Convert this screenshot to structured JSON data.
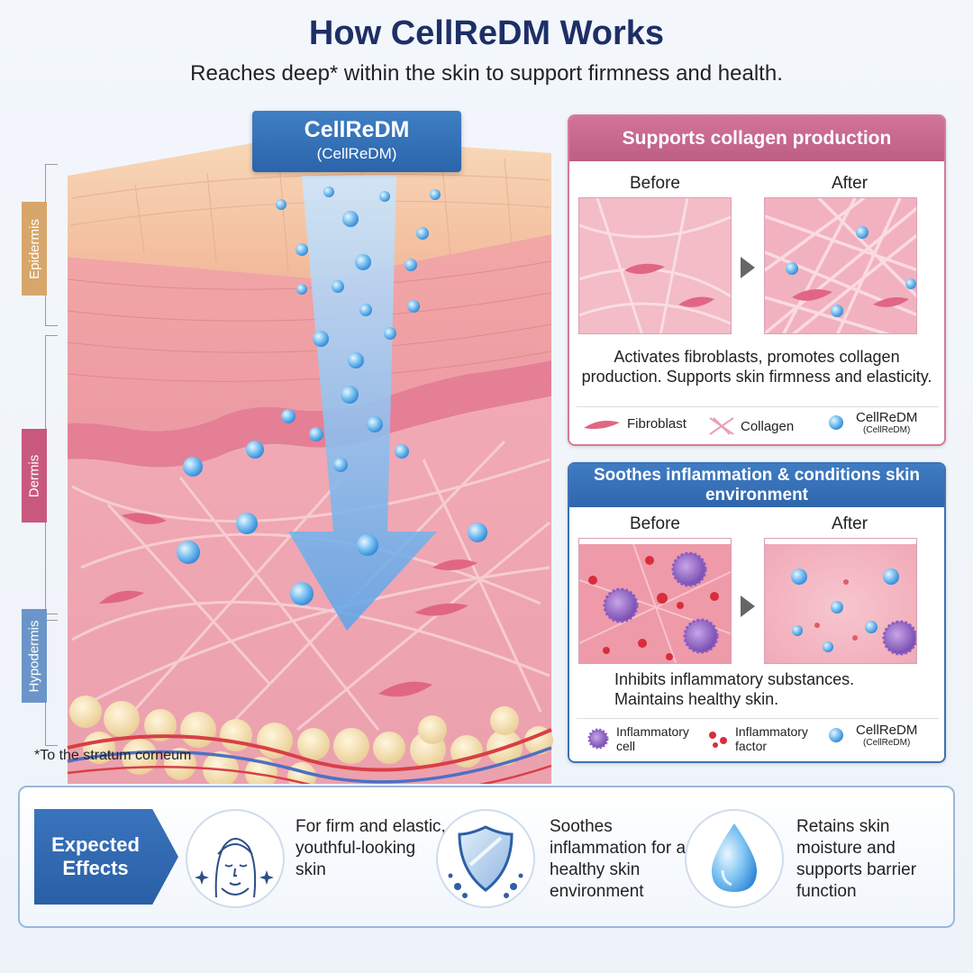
{
  "header": {
    "title": "How CellReDM Works",
    "subtitle": "Reaches deep* within the skin to support firmness and health."
  },
  "diagram": {
    "badge_main": "CellReDM",
    "badge_sub": "(CellReDM)",
    "layers": [
      "Epidermis",
      "Dermis",
      "Hypodermis"
    ],
    "footnote": "*To the stratum corneum"
  },
  "collagen_panel": {
    "title": "Supports collagen production",
    "before": "Before",
    "after": "After",
    "description": "Activates fibroblasts, promotes collagen production. Supports skin firmness and elasticity.",
    "legend": {
      "fibroblast": "Fibroblast",
      "collagen": "Collagen",
      "cellredm": "CellReDM",
      "cellredm_sub": "(CellReDM)"
    }
  },
  "inflammation_panel": {
    "title": "Soothes inflammation & conditions skin environment",
    "before": "Before",
    "after": "After",
    "description": "Inhibits inflammatory substances. Maintains healthy skin.",
    "legend": {
      "inflammatory_cell": "Inflammatory cell",
      "inflammatory_factor": "Inflammatory factor",
      "cellredm": "CellReDM",
      "cellredm_sub": "(CellReDM)"
    }
  },
  "effects": {
    "tag": "Expected Effects",
    "items": [
      "For firm and elastic, youthful-looking skin",
      "Soothes inflammation for a healthy skin environment",
      "Retains skin moisture and supports barrier function"
    ]
  },
  "colors": {
    "title": "#1d2f66",
    "pink_accent": "#c9587e",
    "blue_accent": "#2f66ad",
    "droplet": "#4ea3e6"
  }
}
